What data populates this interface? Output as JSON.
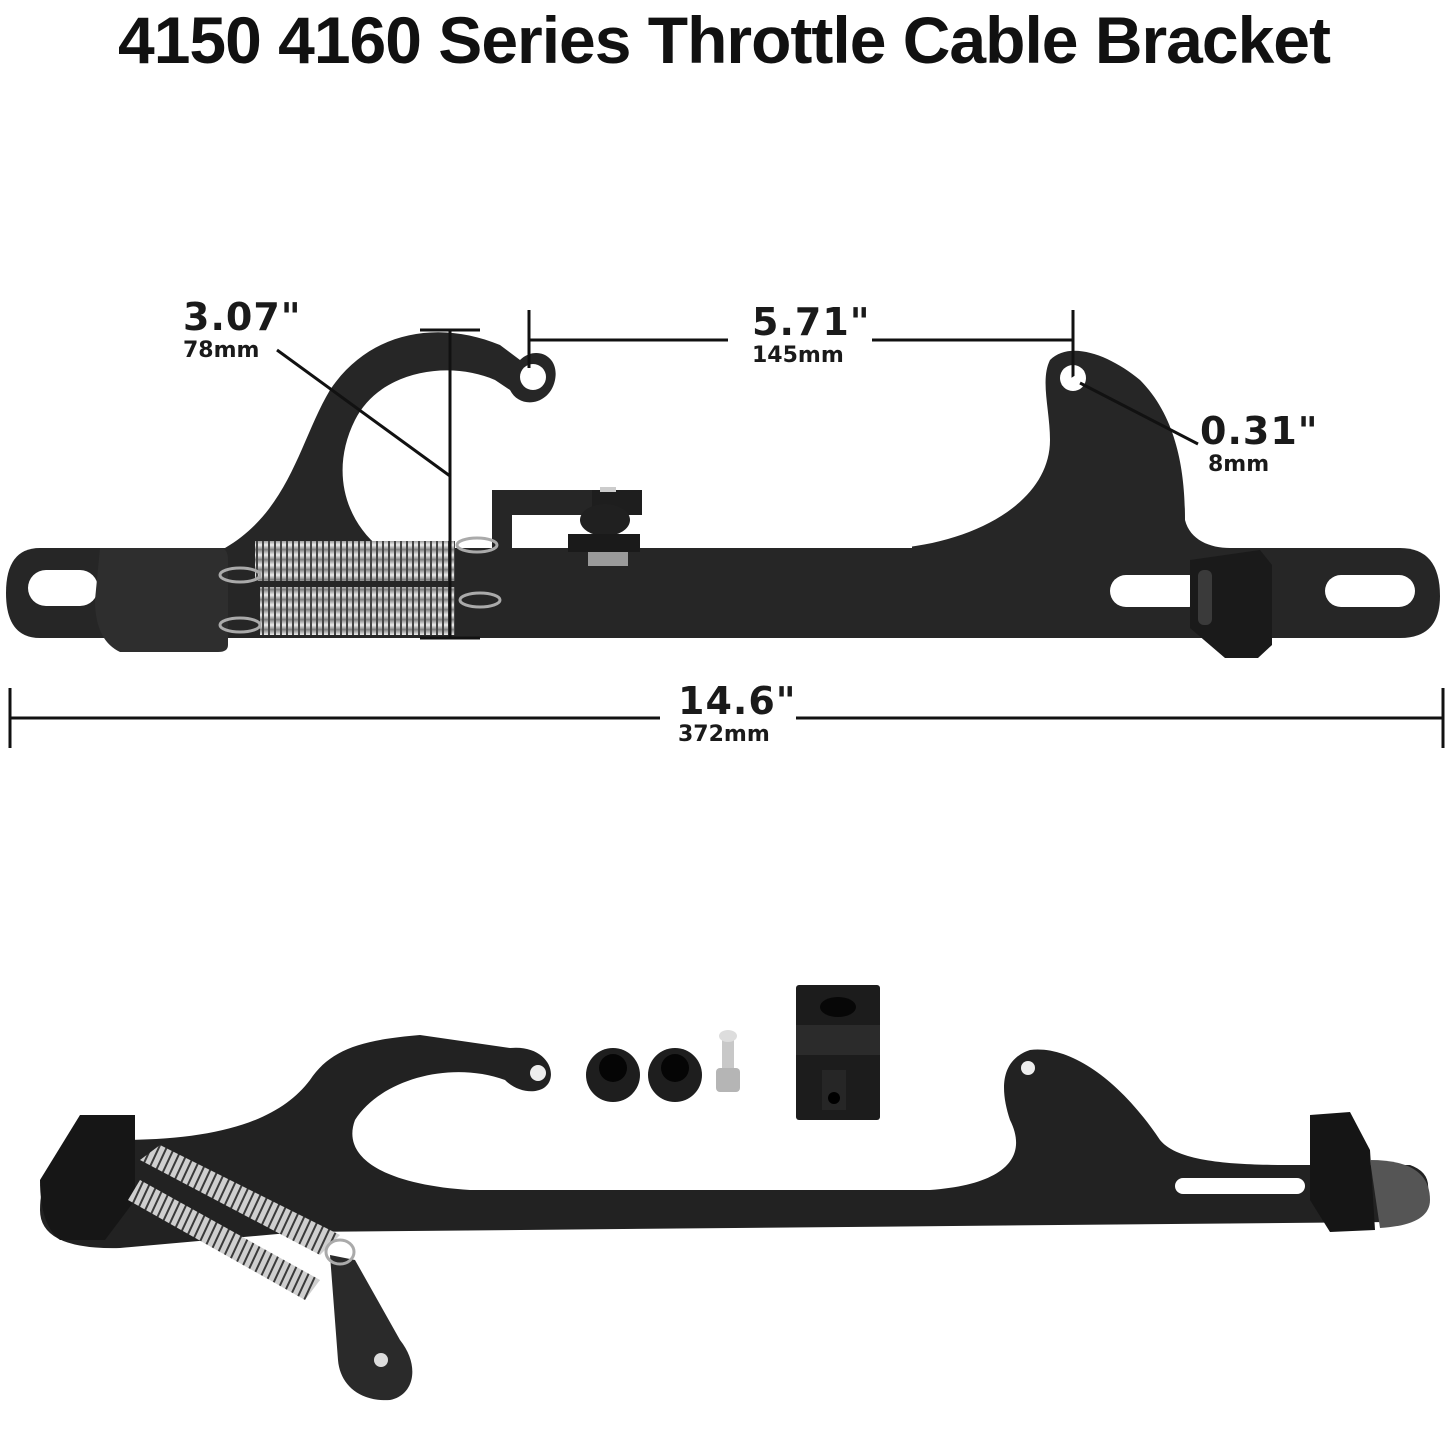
{
  "title": "4150 4160 Series Throttle Cable Bracket",
  "dimensions": {
    "cutout_height": {
      "imperial": "3.07\"",
      "metric": "78mm"
    },
    "hole_spacing": {
      "imperial": "5.71\"",
      "metric": "145mm"
    },
    "hole_diameter": {
      "imperial": "0.31\"",
      "metric": "8mm"
    },
    "overall_length": {
      "imperial": "14.6\"",
      "metric": "372mm"
    }
  },
  "colors": {
    "bracket": "#262626",
    "background": "#ffffff",
    "dimension_line": "#111111",
    "spring": "#bdbdbd"
  },
  "views": [
    {
      "name": "front-dimension-view",
      "components": [
        "bracket-plate",
        "springs",
        "cable-stop",
        "stud-block"
      ]
    },
    {
      "name": "exploded-perspective-view",
      "components": [
        "bracket-plate",
        "springs",
        "lever-arm",
        "spacers",
        "bolt",
        "cable-block"
      ]
    }
  ]
}
